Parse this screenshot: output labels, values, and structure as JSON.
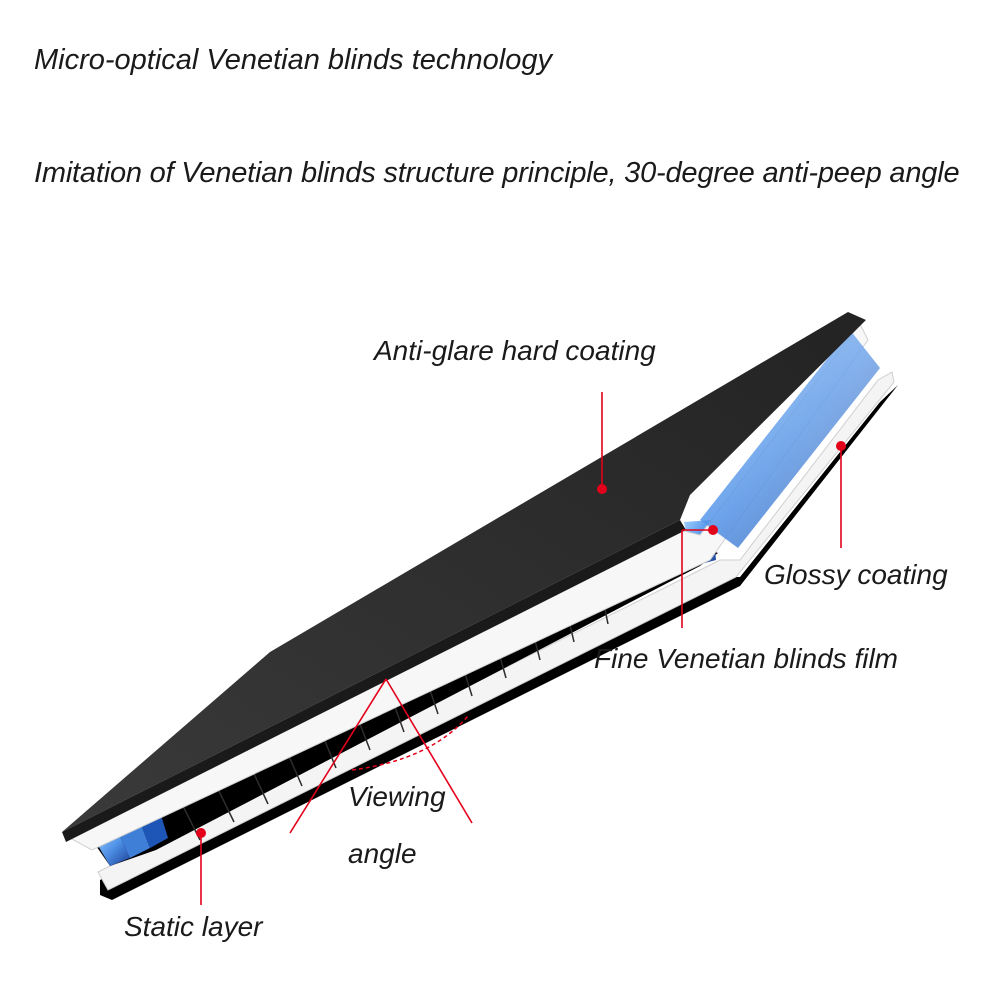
{
  "header": {
    "title": "Micro-optical Venetian blinds technology",
    "subtitle": "Imitation of Venetian blinds structure principle, 30-degree anti-peep angle"
  },
  "labels": {
    "anti_glare": "Anti-glare hard coating",
    "glossy": "Glossy coating",
    "fine_film": "Fine Venetian blinds film",
    "viewing_line1": "Viewing",
    "viewing_line2": "angle",
    "static": "Static layer"
  },
  "colors": {
    "top_layer": "#2b2b2b",
    "black_layer": "#000000",
    "white_layer": "#ffffff",
    "blind_blue_light": "#8ec5ff",
    "blind_blue_dark": "#1d4fae",
    "pointer": "#e3001b"
  }
}
